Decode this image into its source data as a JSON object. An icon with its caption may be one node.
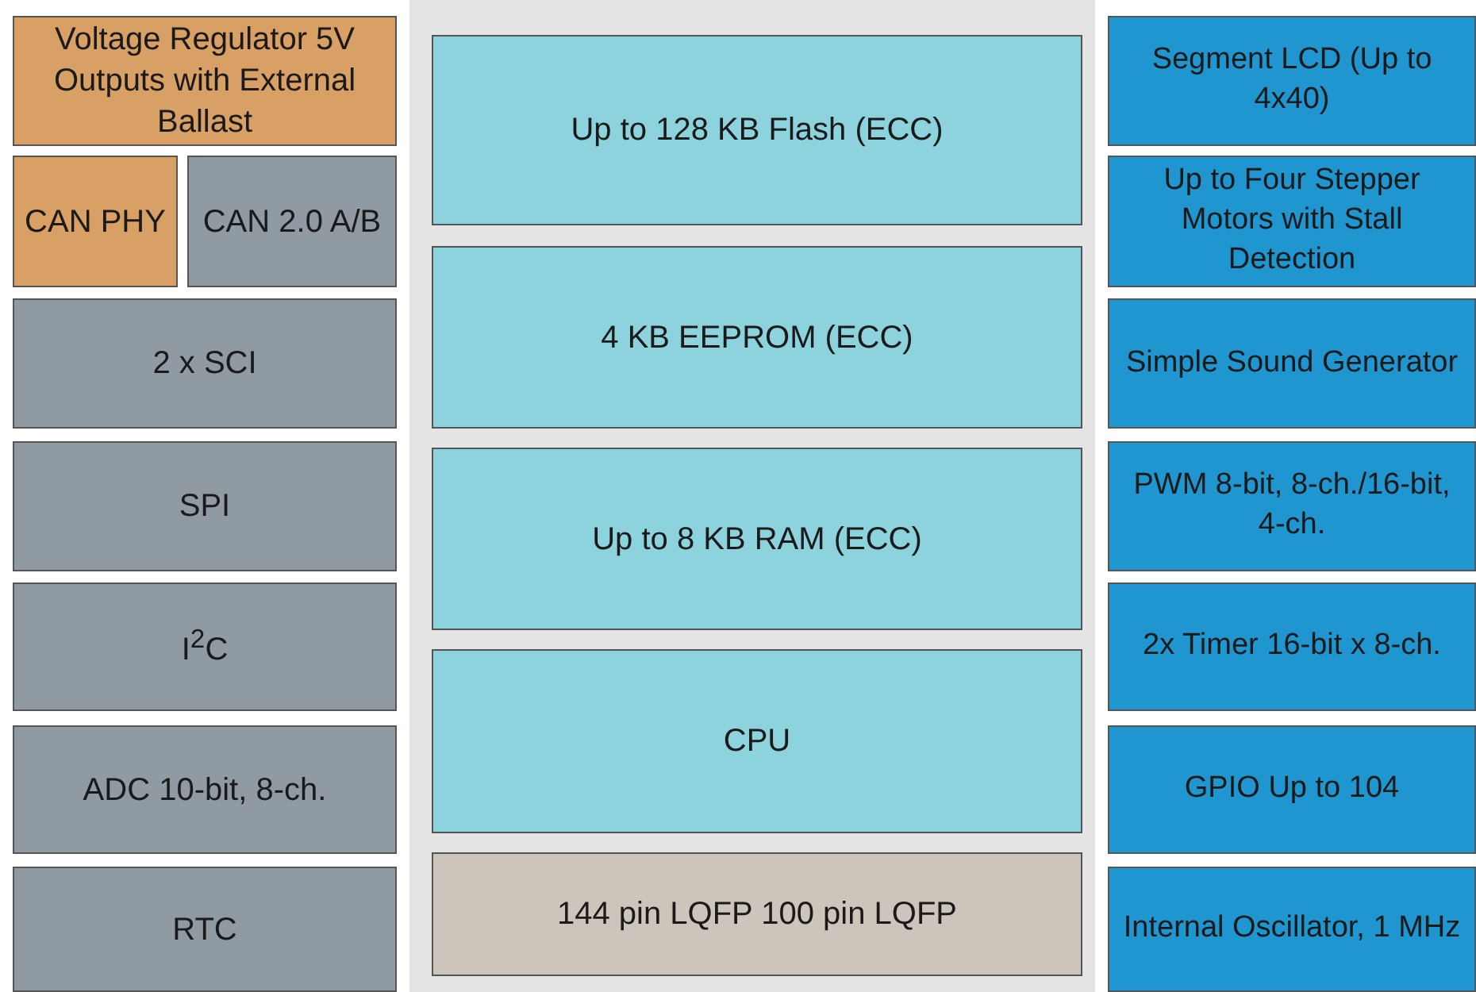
{
  "diagram": {
    "nodes": [
      {
        "text": [
          "Voltage Regulator 5V Outputs with External Ballast"
        ]
      },
      {
        "text": [
          "CAN PHY"
        ]
      },
      {
        "text": [
          "CAN 2.0 A/B"
        ]
      },
      {
        "text": [
          "2 x SCI"
        ]
      },
      {
        "text": [
          "SPI"
        ]
      },
      {
        "text": [
          "I$^{2}$C"
        ]
      },
      {
        "text": [
          "ADC 10-bit, 8-ch."
        ]
      },
      {
        "text": [
          "RTC"
        ]
      },
      {
        "text": [
          "Up to 128 KB Flash (ECC)"
        ]
      },
      {
        "text": [
          "4 KB EEPROM (ECC)"
        ]
      },
      {
        "text": [
          "Up to 8 KB RAM (ECC)"
        ]
      },
      {
        "text": [
          "CPU"
        ]
      },
      {
        "text": [
          "144 pin LQFP 100 pin LQFP"
        ]
      },
      {
        "text": [
          "Segment LCD (Up to 4x40)"
        ]
      },
      {
        "text": [
          "Up to Four Stepper Motors with Stall Detection"
        ]
      },
      {
        "text": [
          "Simple Sound Generator"
        ]
      },
      {
        "text": [
          "PWM 8-bit, 8-ch./16-bit, 4-ch."
        ]
      },
      {
        "text": [
          "2x Timer 16-bit x 8-ch."
        ]
      },
      {
        "text": [
          "GPIO Up to 104"
        ]
      },
      {
        "text": [
          "Internal Oscillator, 1 MHz"
        ]
      }
    ]
  }
}
